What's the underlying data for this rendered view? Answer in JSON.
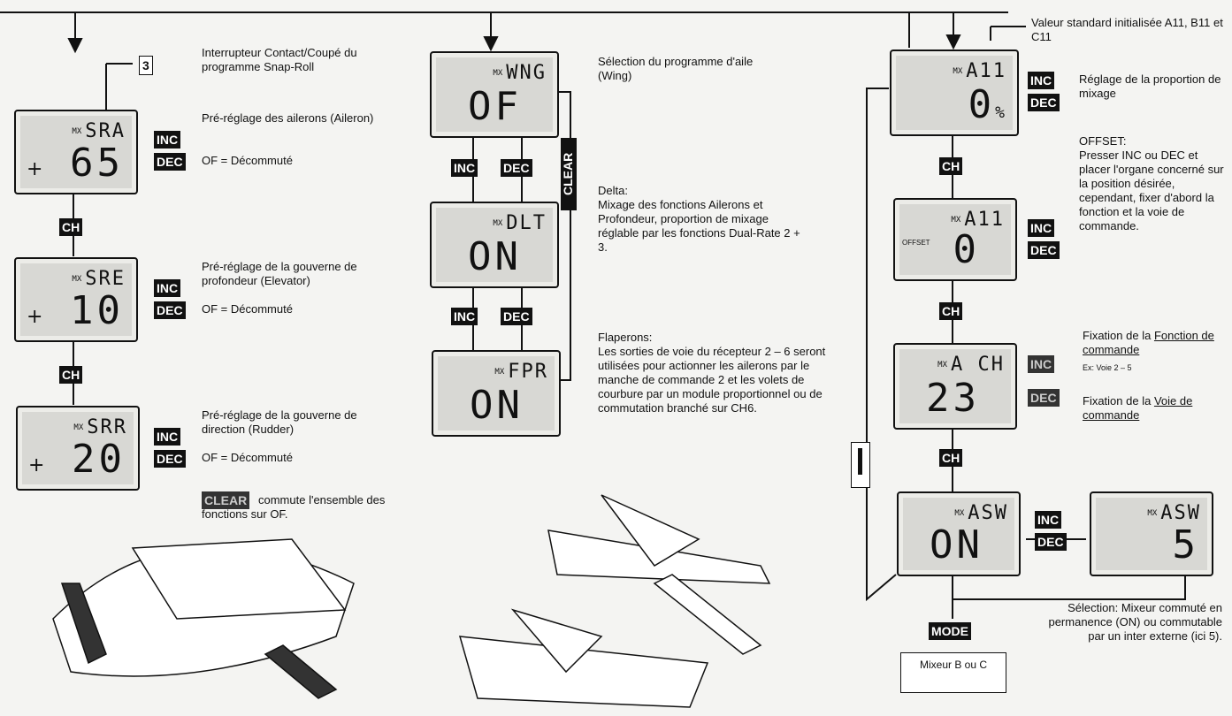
{
  "left": {
    "switch_number": "3",
    "switch_label": "Interrupteur Contact/Coupé du programme Snap-Roll",
    "displays": [
      {
        "top": "SRA",
        "value": "65",
        "sign": "+"
      },
      {
        "top": "SRE",
        "value": "10",
        "sign": "+"
      },
      {
        "top": "SRR",
        "value": "20",
        "sign": "+"
      }
    ],
    "desc_aileron": "Pré-réglage des ailerons (Aileron)",
    "desc_elevator": "Pré-réglage de la gouverne de profondeur (Elevator)",
    "desc_rudder": "Pré-réglage de la gouverne de direction (Rudder)",
    "off_note": "OF = Décommuté",
    "clear_note": "commute l'ensemble des fonctions sur OF."
  },
  "middle": {
    "displays": [
      {
        "top": "WNG",
        "value": "OF"
      },
      {
        "top": "DLT",
        "value": "ON"
      },
      {
        "top": "FPR",
        "value": "ON"
      }
    ],
    "wing_label": "Sélection du programme d'aile (Wing)",
    "delta_title": "Delta:",
    "delta_text": "Mixage des fonctions Ailerons et Profondeur, proportion de mixage réglable par les fonctions Dual-Rate 2 + 3.",
    "flap_title": "Flaperons:",
    "flap_text": "Les sorties de voie du récepteur 2 – 6 seront utilisées pour actionner les ailerons par le manche de commande 2 et les volets de courbure par un module proportionnel ou de commutation branché sur CH6."
  },
  "right": {
    "standard_label": "Valeur standard initialisée A11, B11 et C11",
    "displays": [
      {
        "top": "A11",
        "value": "0",
        "unit": "%"
      },
      {
        "top": "A11",
        "value": "0",
        "small": "OFFSET"
      },
      {
        "top": "A CH",
        "value": "23"
      },
      {
        "top": "ASW",
        "value": "ON"
      },
      {
        "top": "ASW",
        "value": "5"
      }
    ],
    "mix_label": "Réglage de la proportion de mixage",
    "offset_title": "OFFSET:",
    "offset_text": "Presser INC ou DEC et placer l'organe concerné sur la position désirée, cependant, fixer d'abord la fonction et la voie de commande.",
    "fix_function_prefix": "Fixation de la ",
    "fix_function_link": "Fonction de commande",
    "channel_range": "Ex: Voie 2 – 5",
    "fix_channel_prefix": "Fixation de la ",
    "fix_channel_link": "Voie de commande",
    "selection_text": "Sélection: Mixeur commuté en permanence (ON) ou commutable par un inter externe (ici 5).",
    "mixer_box": "Mixeur B ou C"
  },
  "keys": {
    "inc": "INC",
    "dec": "DEC",
    "ch": "CH",
    "clear": "CLEAR",
    "mode": "MODE"
  }
}
